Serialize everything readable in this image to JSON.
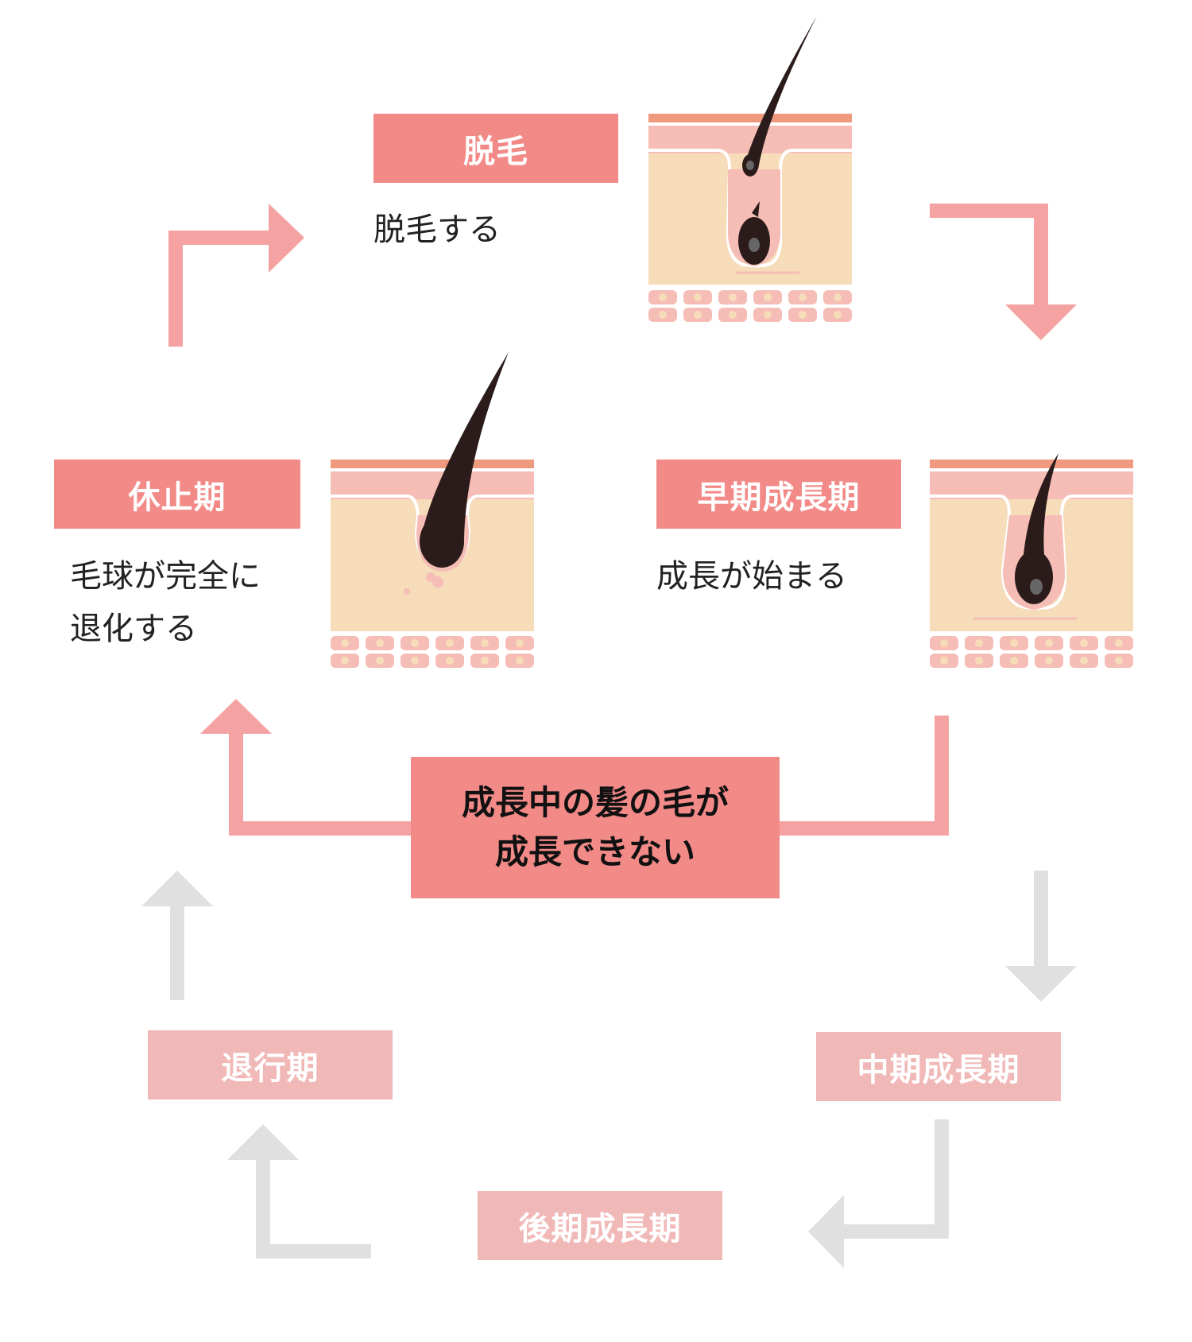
{
  "stages": {
    "datsumou": {
      "label": "脱毛",
      "desc_lines": [
        "脱毛する"
      ]
    },
    "souki": {
      "label": "早期成長期",
      "desc_lines": [
        "成長が始まる"
      ]
    },
    "kyushi": {
      "label": "休止期",
      "desc_lines": [
        "毛球が完全に",
        "退化する"
      ]
    },
    "chuki": {
      "label": "中期成長期"
    },
    "koki": {
      "label": "後期成長期"
    },
    "taikou": {
      "label": "退行期"
    }
  },
  "center": {
    "lines": [
      "成長中の髪の毛が",
      "成長できない"
    ]
  },
  "colors": {
    "active_label": "#f28a88",
    "faded_label": "#f0b9b8",
    "active_arrow": "#f4a3a2",
    "faded_arrow": "#e0e0e0",
    "skin_top": "#ef9a7e",
    "skin_epidermis": "#f5bdb5",
    "skin_dermis": "#f6dcb9",
    "hair": "#2b1b1b"
  },
  "icons": [
    "hair-follicle-icon",
    "arrow-icon"
  ]
}
